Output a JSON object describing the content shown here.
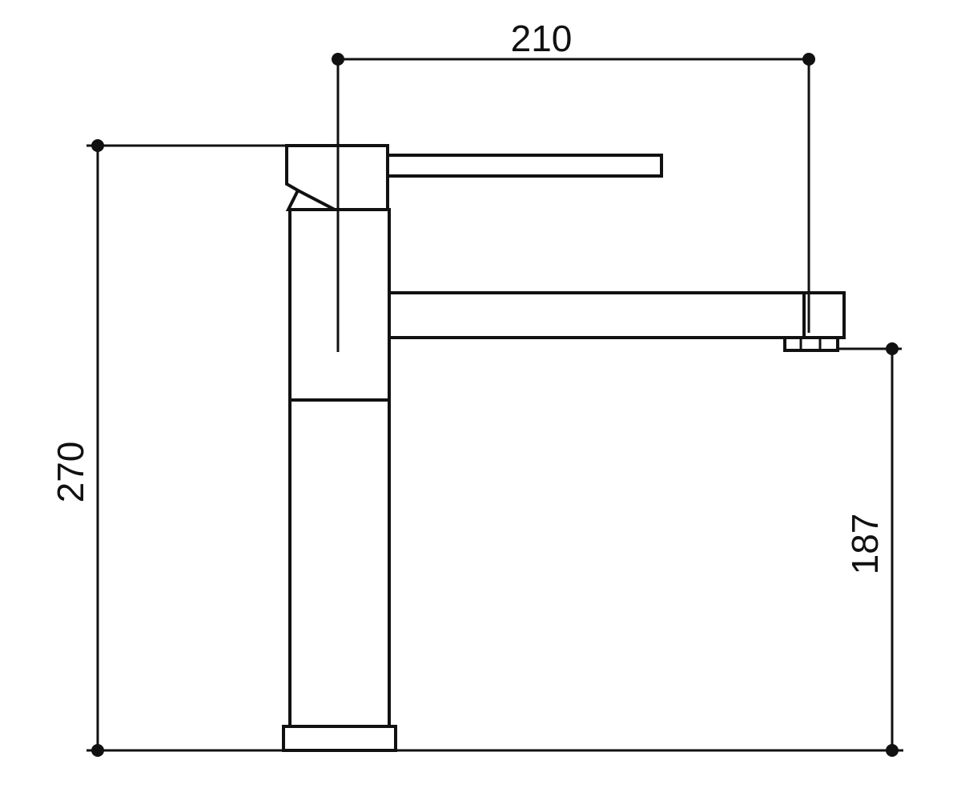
{
  "dimensions": {
    "spout_reach": "210",
    "total_height": "270",
    "spout_height": "187"
  },
  "colors": {
    "line": "#111111",
    "background": "#ffffff"
  }
}
